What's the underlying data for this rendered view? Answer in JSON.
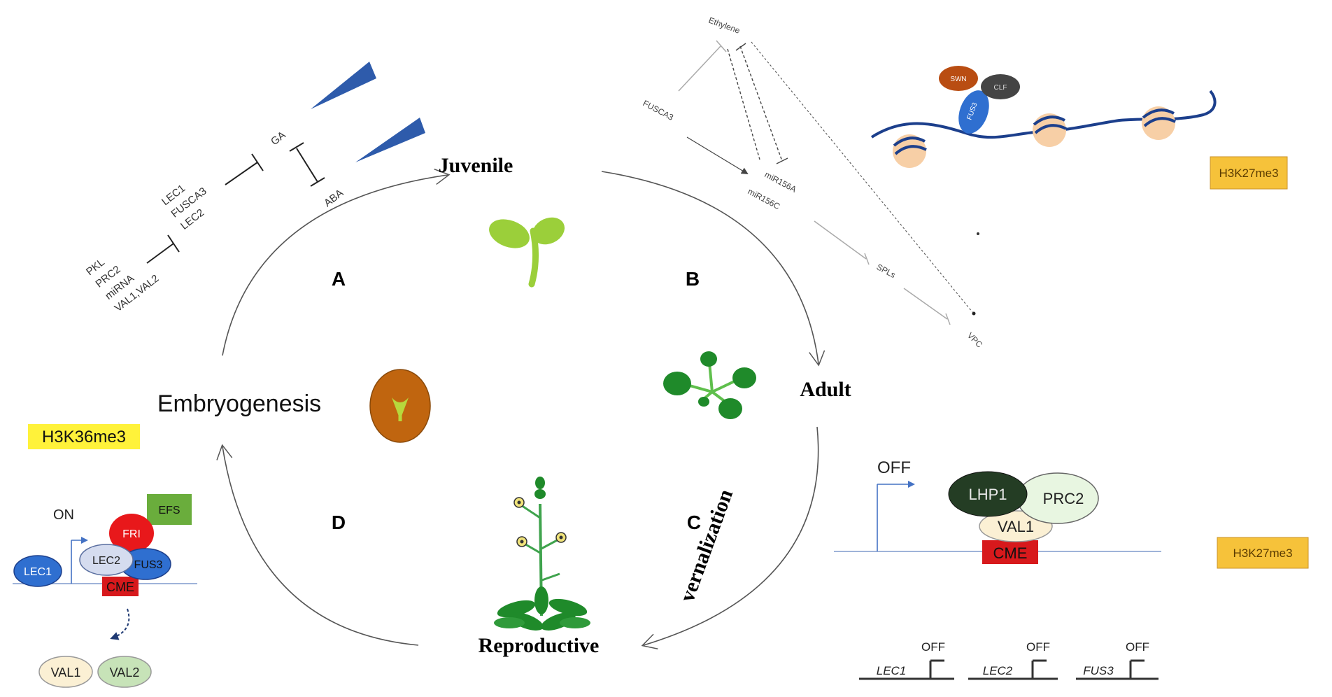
{
  "stages": {
    "juvenile": "Juvenile",
    "adult": "Adult",
    "reproductive": "Reproductive",
    "embryogenesis": "Embryogenesis",
    "vernalization": "vernalization"
  },
  "panel_letters": {
    "a": "A",
    "b": "B",
    "c": "C",
    "d": "D"
  },
  "panel_a": {
    "repressors": [
      "PKL",
      "PRC2",
      "miRNA",
      "VAL1,VAL2"
    ],
    "regulators": [
      "LEC1",
      "FUSCA3",
      "LEC2"
    ],
    "hormones": [
      "GA",
      "ABA"
    ]
  },
  "panel_b": {
    "ethylene": "Ethylene",
    "fusca3": "FUSCA3",
    "mir156a": "miR156A",
    "mir156c": "miR156C",
    "spls": "SPLs",
    "vpc": "VPC",
    "swn": "SWN",
    "clf": "CLF",
    "fus3": "FUS3",
    "mark": "H3K27me3"
  },
  "panel_c": {
    "off": "OFF",
    "lhp1": "LHP1",
    "prc2": "PRC2",
    "val1": "VAL1",
    "cme": "CME",
    "mark": "H3K27me3",
    "genes": [
      "LEC1",
      "LEC2",
      "FUS3"
    ],
    "gene_state": "OFF"
  },
  "panel_d": {
    "mark": "H3K36me3",
    "on": "ON",
    "efs": "EFS",
    "fri": "FRI",
    "lec1": "LEC1",
    "lec2": "LEC2",
    "fus3": "FUS3",
    "cme": "CME",
    "val1": "VAL1",
    "val2": "VAL2"
  },
  "colors": {
    "wedge_blue": "#2e5bab",
    "leaf_green": "#9bcf3a",
    "dark_green": "#1f8a2a",
    "seed_brown": "#c0650f",
    "mark_orange": "#f6c23a",
    "mark_yellow": "#fff23a",
    "cme_red": "#d7191c",
    "fri_red": "#e8181b",
    "efs_green": "#6aad3c",
    "dna_blue": "#1c3f8c"
  }
}
